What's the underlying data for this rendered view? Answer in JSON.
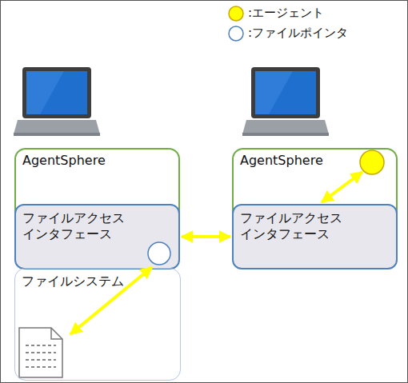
{
  "diagram": {
    "nodes": [
      {
        "text": [
          "AgentSphere"
        ]
      },
      {
        "text": [
          "ファイルアクセス インタフェース"
        ],
        "in": 0
      },
      {
        "text": [
          "AgentSphere"
        ]
      },
      {
        "text": [
          "ファイルアクセス インタフェース"
        ],
        "in": 2
      },
      {
        "text": [
          "ファイルシステム"
        ]
      }
    ],
    "edges": [
      {
        "from": 1,
        "to": 3,
        "arrow": "both"
      }
    ],
    "legend": [
      {
        "text": ":エージェント",
        "color": "#ffff00"
      },
      {
        "text": ":ファイルポインタ",
        "color": "#ffffff"
      }
    ]
  }
}
